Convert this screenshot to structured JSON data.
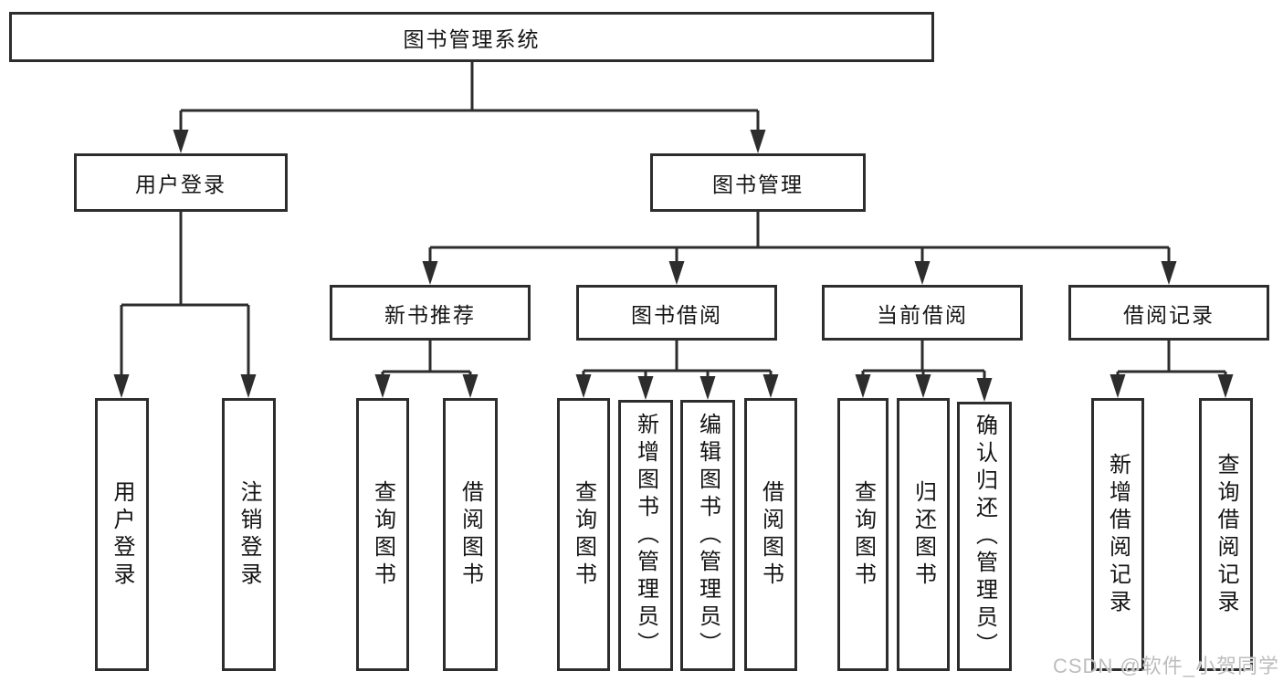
{
  "tree": {
    "label": "图书管理系统",
    "children": [
      {
        "label": "用户登录",
        "children": [
          {
            "label": "用户登录"
          },
          {
            "label": "注销登录"
          }
        ]
      },
      {
        "label": "图书管理",
        "children": [
          {
            "label": "新书推荐",
            "children": [
              {
                "label": "查询图书"
              },
              {
                "label": "借阅图书"
              }
            ]
          },
          {
            "label": "图书借阅",
            "children": [
              {
                "label": "查询图书"
              },
              {
                "label": "新增图书（管理员）"
              },
              {
                "label": "编辑图书（管理员）"
              },
              {
                "label": "借阅图书"
              }
            ]
          },
          {
            "label": "当前借阅",
            "children": [
              {
                "label": "查询图书"
              },
              {
                "label": "归还图书"
              },
              {
                "label": "确认归还（管理员）"
              }
            ]
          },
          {
            "label": "借阅记录",
            "children": [
              {
                "label": "新增借阅记录"
              },
              {
                "label": "查询借阅记录"
              }
            ]
          }
        ]
      }
    ]
  },
  "watermark": {
    "text": "CSDN @软件_小贺同学"
  },
  "colors": {
    "line": "#2d2d2d",
    "box_border": "#2d2d2d",
    "box_background": "#ffffff",
    "text": "#141414",
    "watermark": "#bdbdbd",
    "background": "#ffffff"
  }
}
